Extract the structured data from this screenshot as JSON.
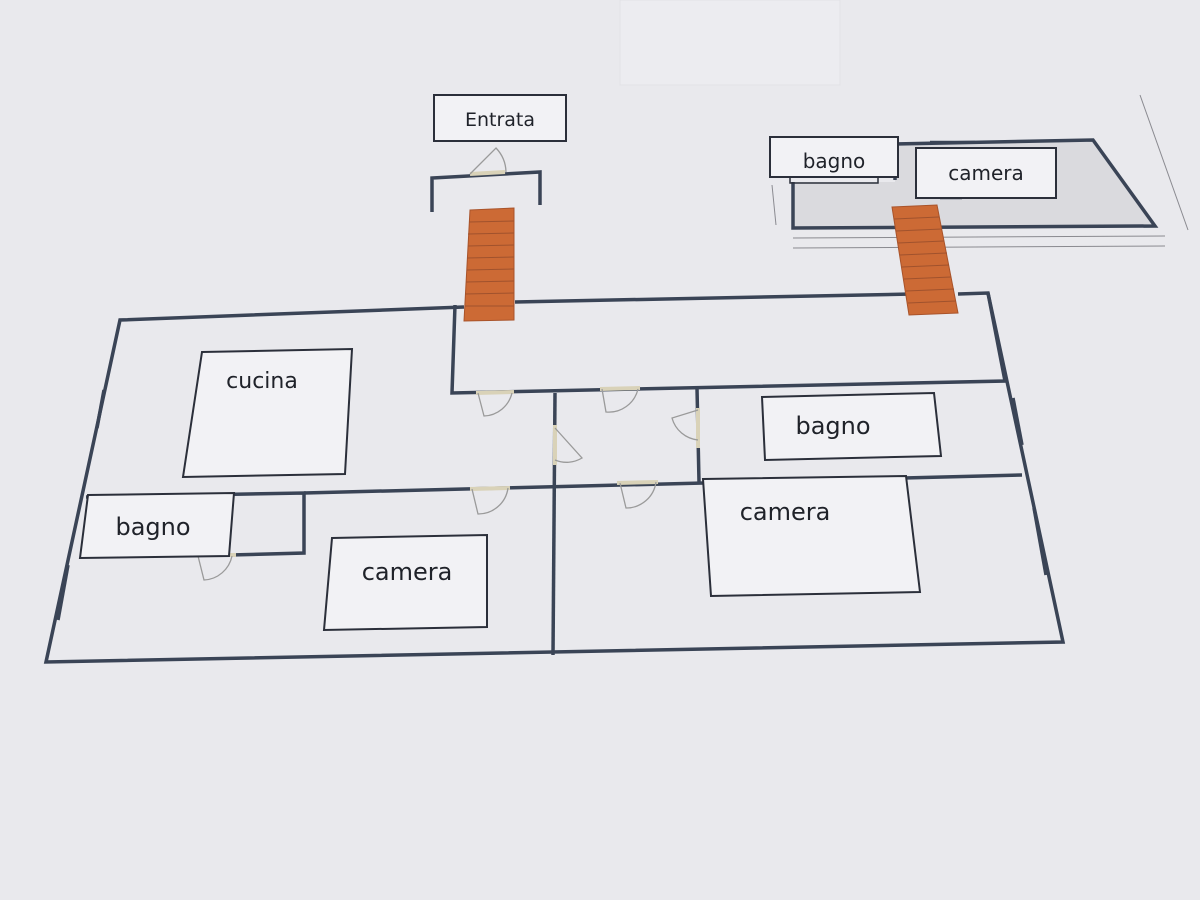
{
  "plan": {
    "entrance": "Entrata",
    "kitchen": "cucina",
    "bath_left": "bagno",
    "bedroom_left": "camera",
    "bath_right": "bagno",
    "bedroom_right": "camera",
    "annex_bath": "bagno",
    "annex_bedroom": "camera"
  },
  "colors": {
    "paper": "#e9e9ed",
    "walls": "#3a4456",
    "stairs": "#cc6a35"
  }
}
